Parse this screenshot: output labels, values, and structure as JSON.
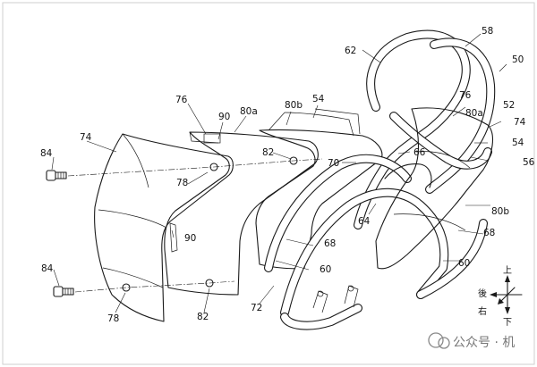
{
  "labels": {
    "l50": "50",
    "l52": "52",
    "l54a": "54",
    "l54b": "54",
    "l56": "56",
    "l58": "58",
    "l60a": "60",
    "l60b": "60",
    "l62": "62",
    "l64": "64",
    "l66": "66",
    "l68a": "68",
    "l68b": "68",
    "l70": "70",
    "l72": "72",
    "l74a": "74",
    "l74b": "74",
    "l76a": "76",
    "l76b": "76",
    "l78a": "78",
    "l78b": "78",
    "l80aa": "80a",
    "l80ab": "80a",
    "l80ba": "80b",
    "l80bb": "80b",
    "l82a": "82",
    "l82b": "82",
    "l84a": "84",
    "l84b": "84",
    "l90a": "90",
    "l90b": "90"
  },
  "directions": {
    "up": "上",
    "down": "下",
    "rear": "後",
    "right": "右"
  },
  "watermark": "公众号 · 机"
}
